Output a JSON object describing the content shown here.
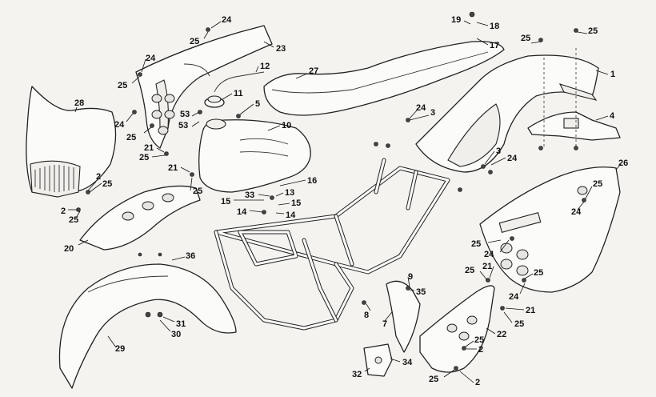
{
  "callouts": {
    "c1": "1",
    "c2a": "2",
    "c2b": "2",
    "c2c": "2",
    "c2d": "2",
    "c3a": "3",
    "c3b": "3",
    "c4": "4",
    "c5": "5",
    "c7": "7",
    "c8": "8",
    "c9": "9",
    "c10": "10",
    "c11": "11",
    "c12": "12",
    "c13": "13",
    "c14a": "14",
    "c14b": "14",
    "c15a": "15",
    "c15b": "15",
    "c16": "16",
    "c17": "17",
    "c18": "18",
    "c19": "19",
    "c20": "20",
    "c21a": "21",
    "c21b": "21",
    "c21c": "21",
    "c21d": "21",
    "c22": "22",
    "c23": "23",
    "c24a": "24",
    "c24b": "24",
    "c24c": "24",
    "c24d": "24",
    "c24e": "24",
    "c24f": "24",
    "c24g": "24",
    "c24h": "24",
    "c25a": "25",
    "c25b": "25",
    "c25c": "25",
    "c25d": "25",
    "c25e": "25",
    "c25f": "25",
    "c25g": "25",
    "c25h": "25",
    "c25i": "25",
    "c25j": "25",
    "c25k": "25",
    "c25l": "25",
    "c25m": "25",
    "c25n": "25",
    "c25o": "25",
    "c25p": "25",
    "c26": "26",
    "c27": "27",
    "c28": "28",
    "c29": "29",
    "c30": "30",
    "c31": "31",
    "c32": "32",
    "c33": "33",
    "c34": "34",
    "c35": "35",
    "c36": "36",
    "c53a": "53",
    "c53b": "53"
  }
}
